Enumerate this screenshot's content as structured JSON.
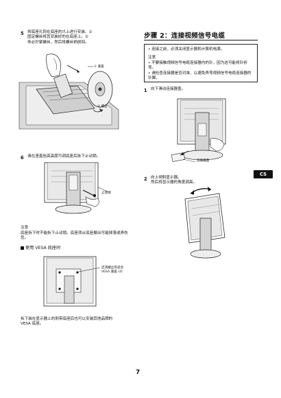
{
  "left": {
    "step5": {
      "num": "5",
      "text": "将底座孔钩在底座的爪上进行安装。①\n固定螺丝将其安装好的在底座上。②\n务必拧紧螺丝，然后将螺丝柄放回。",
      "label_base": "① 底座",
      "label_screw": "② 螺丝"
    },
    "step6": {
      "num": "6",
      "text": "请在竖直抬高高度可调底座后拆下止动销。",
      "label_pin": "止动销"
    },
    "note": {
      "title": "注意",
      "text": "底座拆下时不能拆下止动销。底座须从底座展出可能掉落或弄伤\n您。"
    },
    "vesa": {
      "heading": "使用 VESA 底座时",
      "label_screws": "还须螺丝有适合\nVESA 底座 (4)",
      "caption": "拆下装在显示器上的刺带底座后也可以安装其他品牌的\nVESA 底座。"
    }
  },
  "right": {
    "title": "步骤 2：连接视频信号电缆",
    "box": {
      "bullet1": "• 连接之前，必须关闭显示器和计算机电源。",
      "note_title": "注意",
      "bullet2": "• 不要接触视频信号电缆连接器内的针，因为这可能将针折\n弯。",
      "bullet3": "• 请检查连接器是否对准，以避免弄弯视频信号电缆连接器的\n针脚。"
    },
    "step1": {
      "num": "1",
      "text": "向下滑动连接器盖。",
      "label_cover": "连接器盖"
    },
    "step2": {
      "num": "2",
      "text": "向上倾斜显示器。\n然后将显示器的角度调高。"
    }
  },
  "tab": "CS",
  "page_number": "7"
}
